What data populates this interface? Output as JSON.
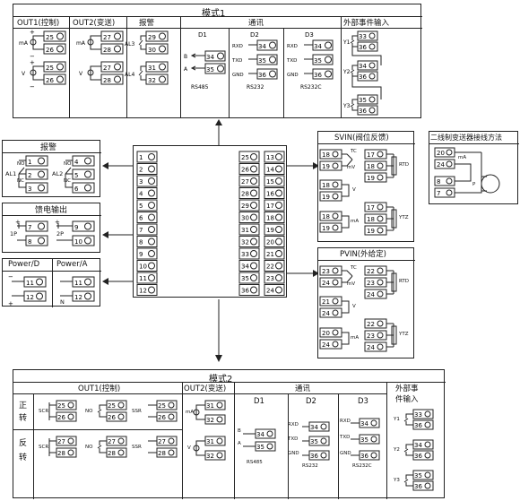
{
  "mode1": {
    "title": "模式1",
    "out1": "OUT1(控制)",
    "out2": "OUT2(变送)",
    "alarm": "报警",
    "comm": "通讯",
    "ext": "外部事件输入",
    "d1": "D1",
    "d2": "D2",
    "d3": "D3",
    "rs485": "RS485",
    "rs232": "RS232",
    "rs232c": "RS232C",
    "rxd": "RXD",
    "txd": "TXD",
    "gnd": "GND",
    "ma": "mA",
    "v": "V",
    "al3": "AL3",
    "al4": "AL4",
    "b": "B",
    "a": "A",
    "y1": "Y1",
    "y2": "Y2",
    "y3": "Y3"
  },
  "alarm_box": {
    "title": "报警",
    "al1": "AL1",
    "al2": "AL2",
    "no": "NO",
    "nc": "NC"
  },
  "feed_box": {
    "title": "馈电输出",
    "p1": "1P",
    "p2": "2P"
  },
  "power_box": {
    "power_d": "Power/D",
    "power_a": "Power/A",
    "n": "N"
  },
  "svin": {
    "title": "SVIN(阀位反馈)",
    "tc": "TC",
    "mv": "mV",
    "rtd": "RTD",
    "ytz": "YTZ",
    "v": "V",
    "ma": "mA"
  },
  "pvin": {
    "title": "PVIN(外给定)",
    "tc": "TC",
    "mv": "mV",
    "rtd": "RTD",
    "ytz": "YTZ",
    "v": "V",
    "ma": "mA"
  },
  "twowire": {
    "title": "二线制变送器接线方法",
    "ma": "mA",
    "p": "P"
  },
  "mode2": {
    "title": "模式2",
    "out1": "OUT1(控制)",
    "out2": "OUT2(变送)",
    "comm": "通讯",
    "ext1": "外部事",
    "ext2": "件输入",
    "fwd1": "正",
    "fwd2": "转",
    "rev1": "反",
    "rev2": "转",
    "scr": "SCR",
    "no": "NO",
    "ssr": "SSR",
    "d1": "D1",
    "d2": "D2",
    "d3": "D3",
    "rs485": "RS485",
    "rs232": "RS232",
    "rs232c": "RS232C",
    "rxd": "RXD",
    "txd": "TXD",
    "gnd": "GND",
    "ma": "mA",
    "v": "V",
    "b": "B",
    "a": "A",
    "y1": "Y1",
    "y2": "Y2",
    "y3": "Y3"
  },
  "central": {
    "left_terminals": [
      "1",
      "2",
      "3",
      "4",
      "5",
      "6",
      "7",
      "8",
      "9",
      "10",
      "11",
      "12"
    ],
    "mid_terminals": [
      "25",
      "26",
      "27",
      "28",
      "29",
      "30",
      "31",
      "32",
      "33",
      "34",
      "35",
      "36"
    ],
    "right_terminals": [
      "13",
      "14",
      "15",
      "16",
      "17",
      "18",
      "19",
      "20",
      "21",
      "22",
      "23",
      "24"
    ]
  }
}
